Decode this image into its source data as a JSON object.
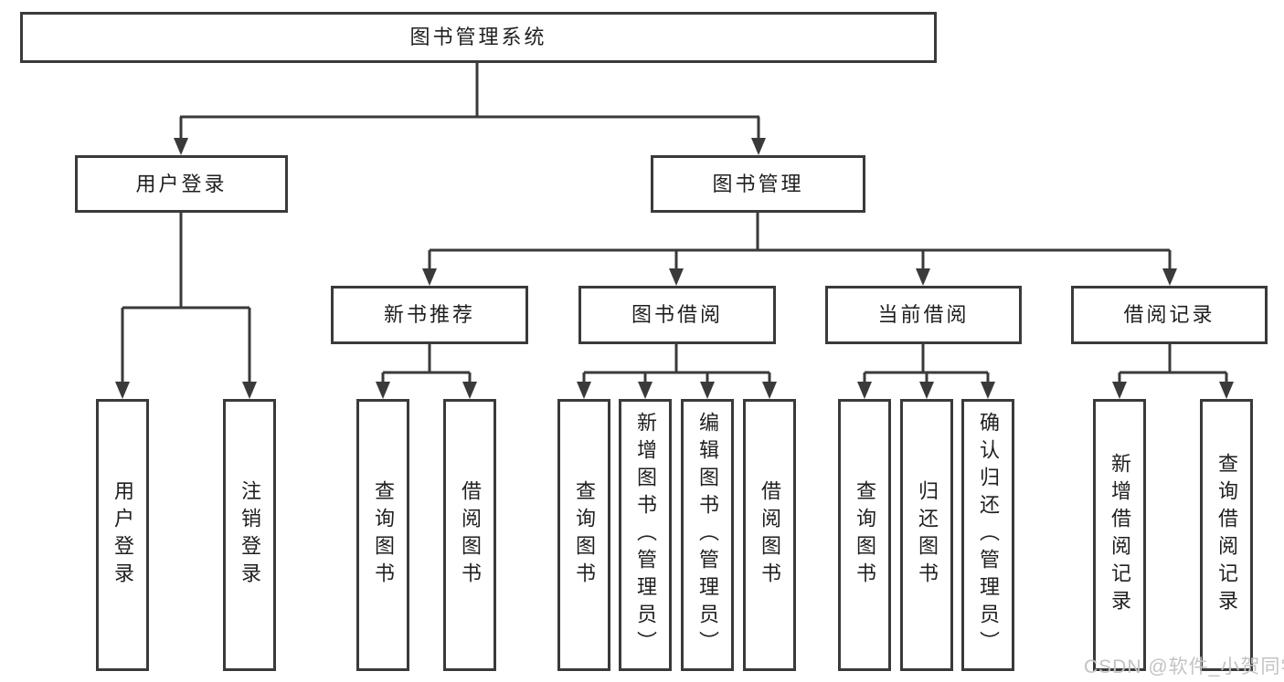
{
  "colors": {
    "line": "#3a3a3a",
    "text": "#1f1f1f",
    "watermark": "#c3c3c3",
    "background": "#ffffff"
  },
  "watermark": {
    "text": "CSDN @软件_小贺同学"
  },
  "diagram": {
    "root": {
      "label": "图书管理系统"
    },
    "level2": [
      {
        "label": "用户登录"
      },
      {
        "label": "图书管理"
      }
    ],
    "level3": [
      {
        "label": "新书推荐"
      },
      {
        "label": "图书借阅"
      },
      {
        "label": "当前借阅"
      },
      {
        "label": "借阅记录"
      }
    ],
    "leaves": {
      "login": [
        "用户登录",
        "注销登录"
      ],
      "recommend": [
        "查询图书",
        "借阅图书"
      ],
      "borrow": [
        "查询图书",
        "新增图书（管理员）",
        "编辑图书（管理员）",
        "借阅图书"
      ],
      "current": [
        "查询图书",
        "归还图书",
        "确认归还（管理员）"
      ],
      "records": [
        "新增借阅记录",
        "查询借阅记录"
      ]
    }
  }
}
